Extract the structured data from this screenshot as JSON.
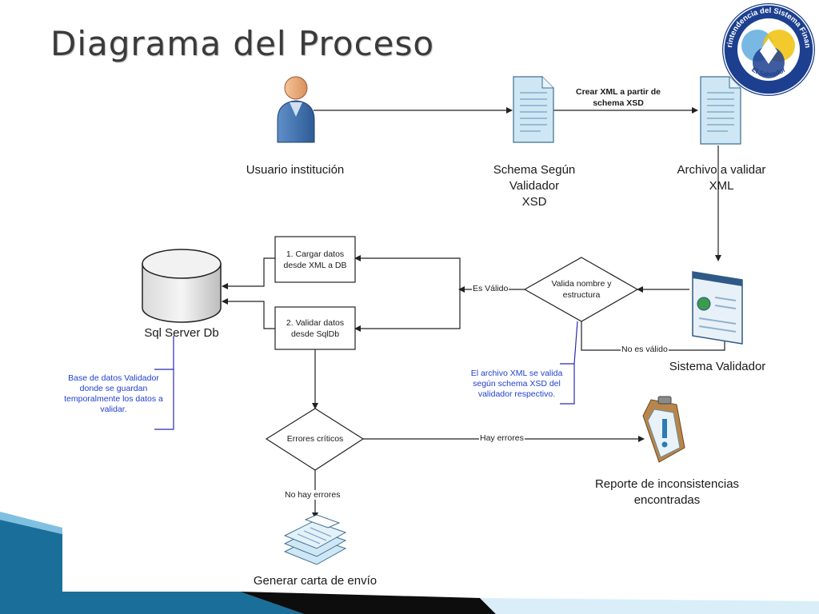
{
  "title": "Diagrama del Proceso",
  "logo": {
    "ring_text_top": "Superintendencia del Sistema Financiero",
    "ring_text_bottom": "El Salvador",
    "colors": [
      "#1d3f8f",
      "#f2c416",
      "#6ab0e0",
      "#ffffff"
    ]
  },
  "nodes": {
    "user": "Usuario institución",
    "schema": [
      "Schema Según",
      "Validador",
      "XSD"
    ],
    "archivo": [
      "Archivo a validar",
      "XML"
    ],
    "sistema": "Sistema Validador",
    "decision_valida": [
      "Valida nombre y",
      "estructura"
    ],
    "cargar": [
      "1. Cargar datos",
      "desde XML a DB"
    ],
    "validar": [
      "2. Validar datos",
      "desde SqlDb"
    ],
    "db": "Sql Server Db",
    "errores": "Errores críticos",
    "reporte": [
      "Reporte de inconsistencias",
      "encontradas"
    ],
    "carta": "Generar carta de envío"
  },
  "edges": {
    "crear_xml": [
      "Crear XML a partir de",
      "schema XSD"
    ],
    "es_valido": "Es Válido",
    "no_es_valido": "No es válido",
    "hay_errores": "Hay errores",
    "no_hay_errores": "No hay errores"
  },
  "notes": {
    "db_note": "Base de datos Validador donde se guardan temporalmente los datos a validar.",
    "xml_note": "El archivo XML se valida según schema XSD del validador respectivo."
  },
  "colors": {
    "note_text": "#1f3fd0",
    "note_bracket": "#2b2bb0",
    "connector": "#222222",
    "doc_fill": "#cfe7f4",
    "corner_band": "#1a6f9a"
  }
}
